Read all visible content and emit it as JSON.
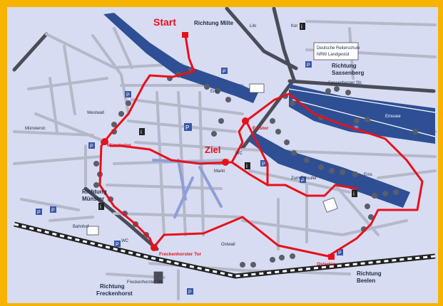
{
  "map": {
    "labels": {
      "start": "Start",
      "ziel": "Ziel",
      "muenstertor": "Münstertor",
      "emstor": "Emstor",
      "freckenhorster_tor": "Freckenhorster Tor",
      "ostertor": "Ostertor"
    },
    "directions": {
      "milte": "Richtung Milte",
      "sassenberg_line1": "Richtung",
      "sassenberg_line2": "Sassenberg",
      "muenster_line1": "Richtung",
      "muenster_line2": "Münster",
      "freckenhorst_line1": "Richtung",
      "freckenhorst_line2": "Freckenhorst",
      "beelen_line1": "Richtung",
      "beelen_line2": "Beelen"
    },
    "info_box": {
      "line1": "Deutsche Reiterschule",
      "line2": "NRW Landgestüt"
    },
    "river_labels": {
      "ems_1": "Ems",
      "ems_2": "Ems",
      "emssee": "Emssee"
    },
    "street_labels": {
      "lilo": "Lilo",
      "kor": "Kor",
      "sassenberger_str": "Sassenberger Str.",
      "warendorf_bahnhof": "Bahnhof",
      "muensterstr": "Münsterstr.",
      "freckenhorster_str": "Freckenhorster Str.",
      "ostwall": "Ostwall",
      "westwall": "Westwall",
      "zum_emsufer": "Zum Emsufer",
      "markt": "Markt",
      "wc_1": "WC",
      "wc_2": "WC"
    },
    "colors": {
      "border": "#f6b400",
      "background": "#d7dcf2",
      "street": "#b4b8c8",
      "river": "#2e4f94",
      "route": "#e8101a",
      "railway": "#222222",
      "parking": "#3a57a8"
    }
  }
}
